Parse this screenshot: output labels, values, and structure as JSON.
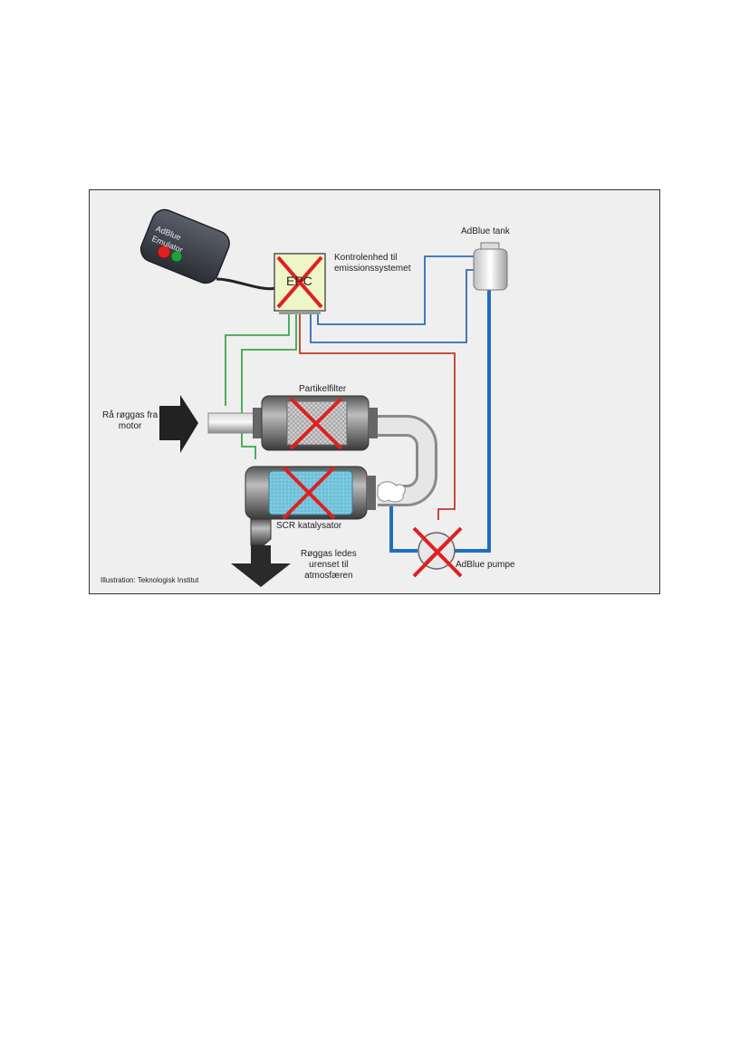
{
  "labels": {
    "emulator": "AdBlue\nEmulator",
    "ecu_box": "EPC",
    "control_unit": "Kontrolenhed til\nemissionssystemet",
    "tank": "AdBlue tank",
    "particle_filter": "Partikelfilter",
    "raw_exhaust": "Rå røggas fra\nmotor",
    "scr": "SCR katalysator",
    "outlet": "Røggas ledes\nurenset til\natmosfæren",
    "pump": "AdBlue pumpe",
    "credit": "Illustration: Teknologisk Institut"
  },
  "colors": {
    "background": "#efefef",
    "signal_green": "#3aa84a",
    "signal_blue": "#2f6db5",
    "signal_red": "#c0392b",
    "adblue_pipe": "#1e6fc4",
    "cross": "#e02020",
    "scr_core": "#7ecde3",
    "ecu": "#eef6c8"
  }
}
